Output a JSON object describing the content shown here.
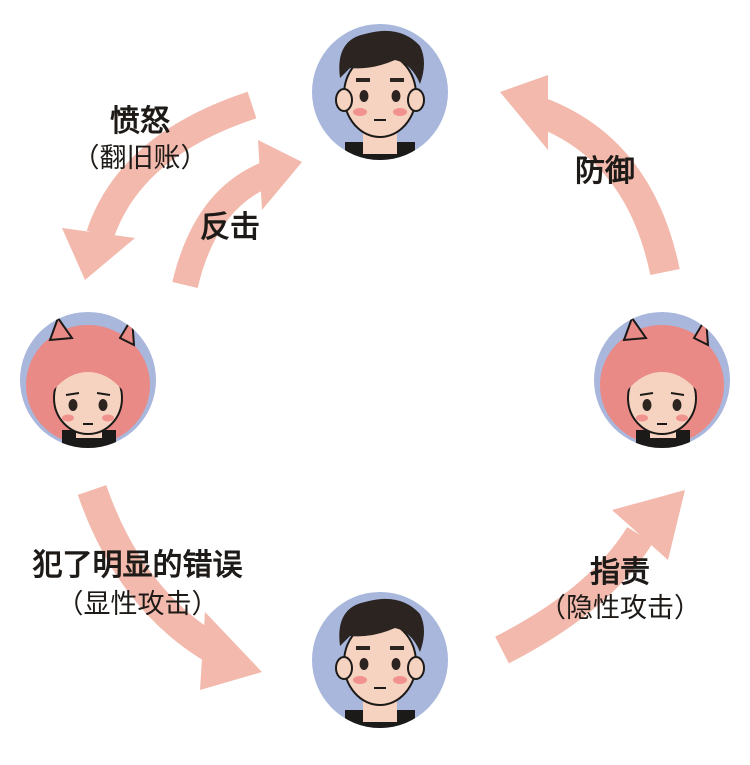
{
  "colors": {
    "arrow": "#f2b9ac",
    "circle_bg": "#a9b7dd",
    "hair_man": "#2b2420",
    "hair_woman": "#e98a86",
    "skin": "#f6d3c0",
    "cheek": "#f0928e",
    "shirt": "#1c1a18",
    "text": "#1e1a17"
  },
  "people": [
    {
      "role": "man",
      "position": "top"
    },
    {
      "role": "woman",
      "position": "left"
    },
    {
      "role": "woman",
      "position": "right"
    },
    {
      "role": "man",
      "position": "bottom"
    }
  ],
  "labels": {
    "anger": "愤怒",
    "anger_sub": "（翻旧账）",
    "counter": "反击",
    "defense": "防御",
    "mistake": "犯了明显的错误",
    "mistake_sub": "（显性攻击）",
    "blame": "指责",
    "blame_sub": "（隐性攻击）"
  }
}
